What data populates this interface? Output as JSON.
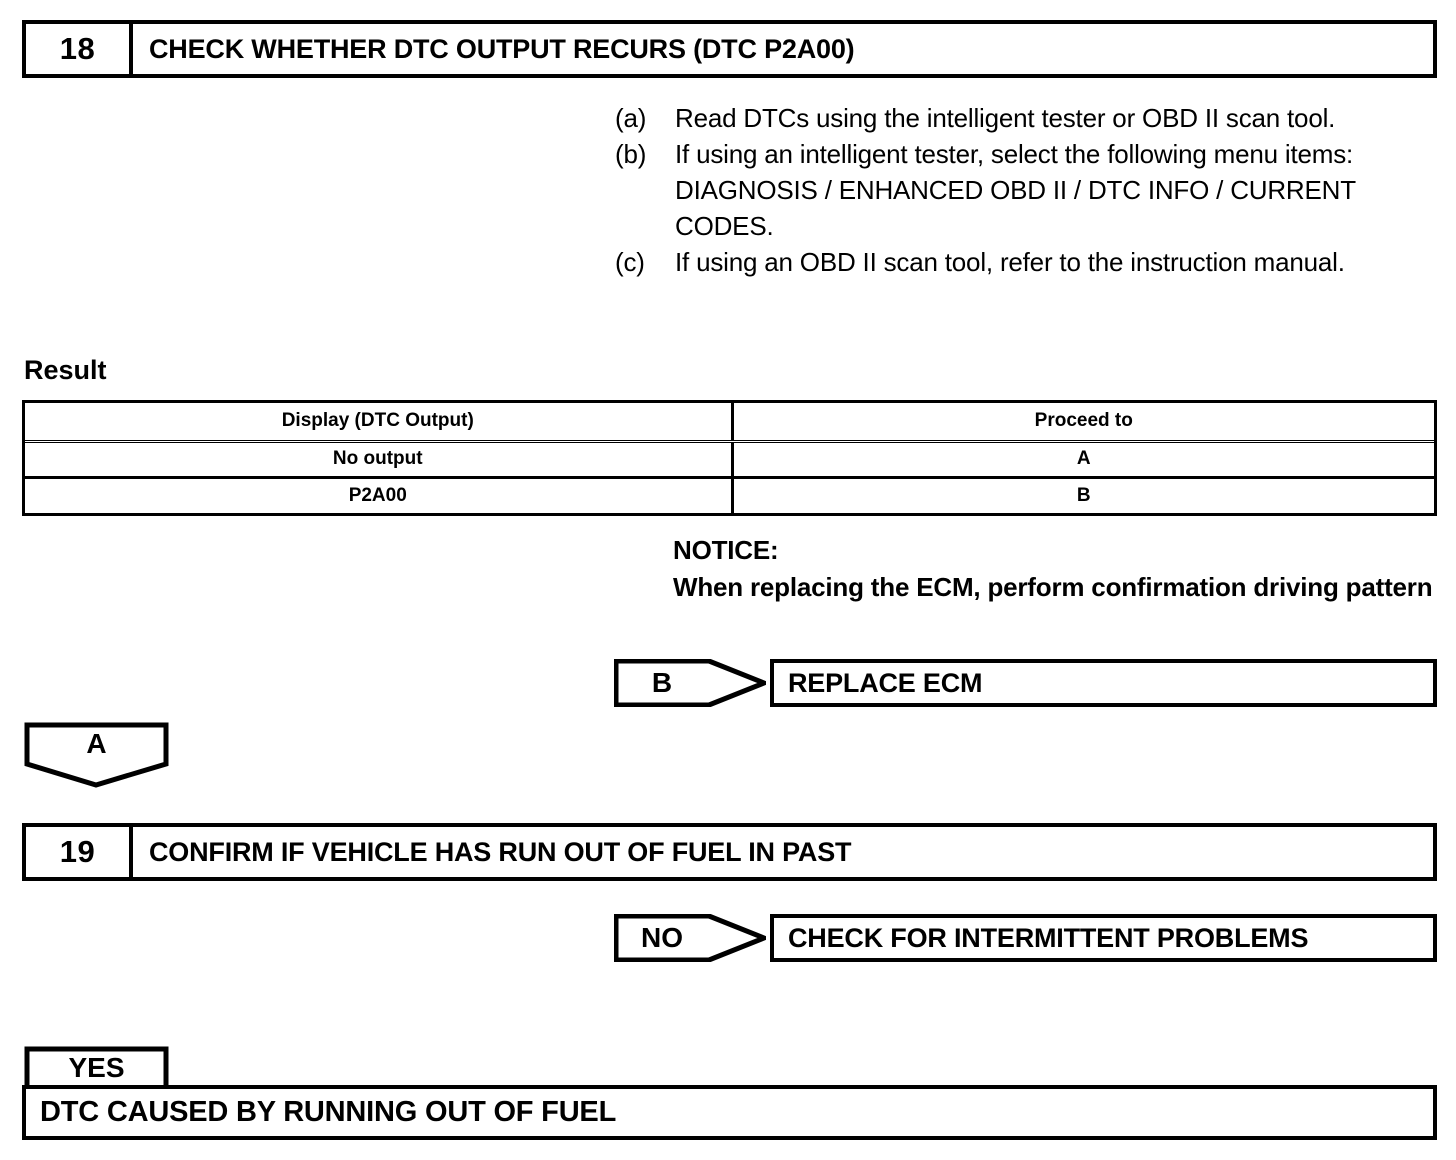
{
  "steps": [
    {
      "number": "18",
      "title": "CHECK WHETHER DTC OUTPUT RECURS (DTC P2A00)"
    },
    {
      "number": "19",
      "title": "CONFIRM IF VEHICLE HAS RUN OUT OF FUEL IN PAST"
    }
  ],
  "instructions": [
    {
      "label": "(a)",
      "text": "Read DTCs using the intelligent tester or OBD II scan tool."
    },
    {
      "label": "(b)",
      "text": "If using an intelligent tester, select the following menu items: DIAGNOSIS / ENHANCED OBD II / DTC INFO / CURRENT CODES."
    },
    {
      "label": "(c)",
      "text": "If using an OBD II scan tool, refer to the instruction manual."
    }
  ],
  "result": {
    "label": "Result",
    "columns": [
      "Display (DTC Output)",
      "Proceed to"
    ],
    "rows": [
      {
        "display": "No output",
        "proceed": "A"
      },
      {
        "display": "P2A00",
        "proceed": "B"
      }
    ]
  },
  "notice": {
    "heading": "NOTICE:",
    "body": "When replacing the ECM, perform confirmation driving pattern"
  },
  "branches": [
    {
      "badge": "B",
      "action": "REPLACE ECM"
    },
    {
      "badge": "NO",
      "action": "CHECK FOR INTERMITTENT PROBLEMS"
    }
  ],
  "connectors": [
    {
      "badge": "A"
    },
    {
      "badge": "YES"
    }
  ],
  "conclusion": {
    "text": "DTC CAUSED BY RUNNING OUT OF FUEL"
  },
  "colors": {
    "ink": "#000000",
    "paper": "#ffffff"
  }
}
